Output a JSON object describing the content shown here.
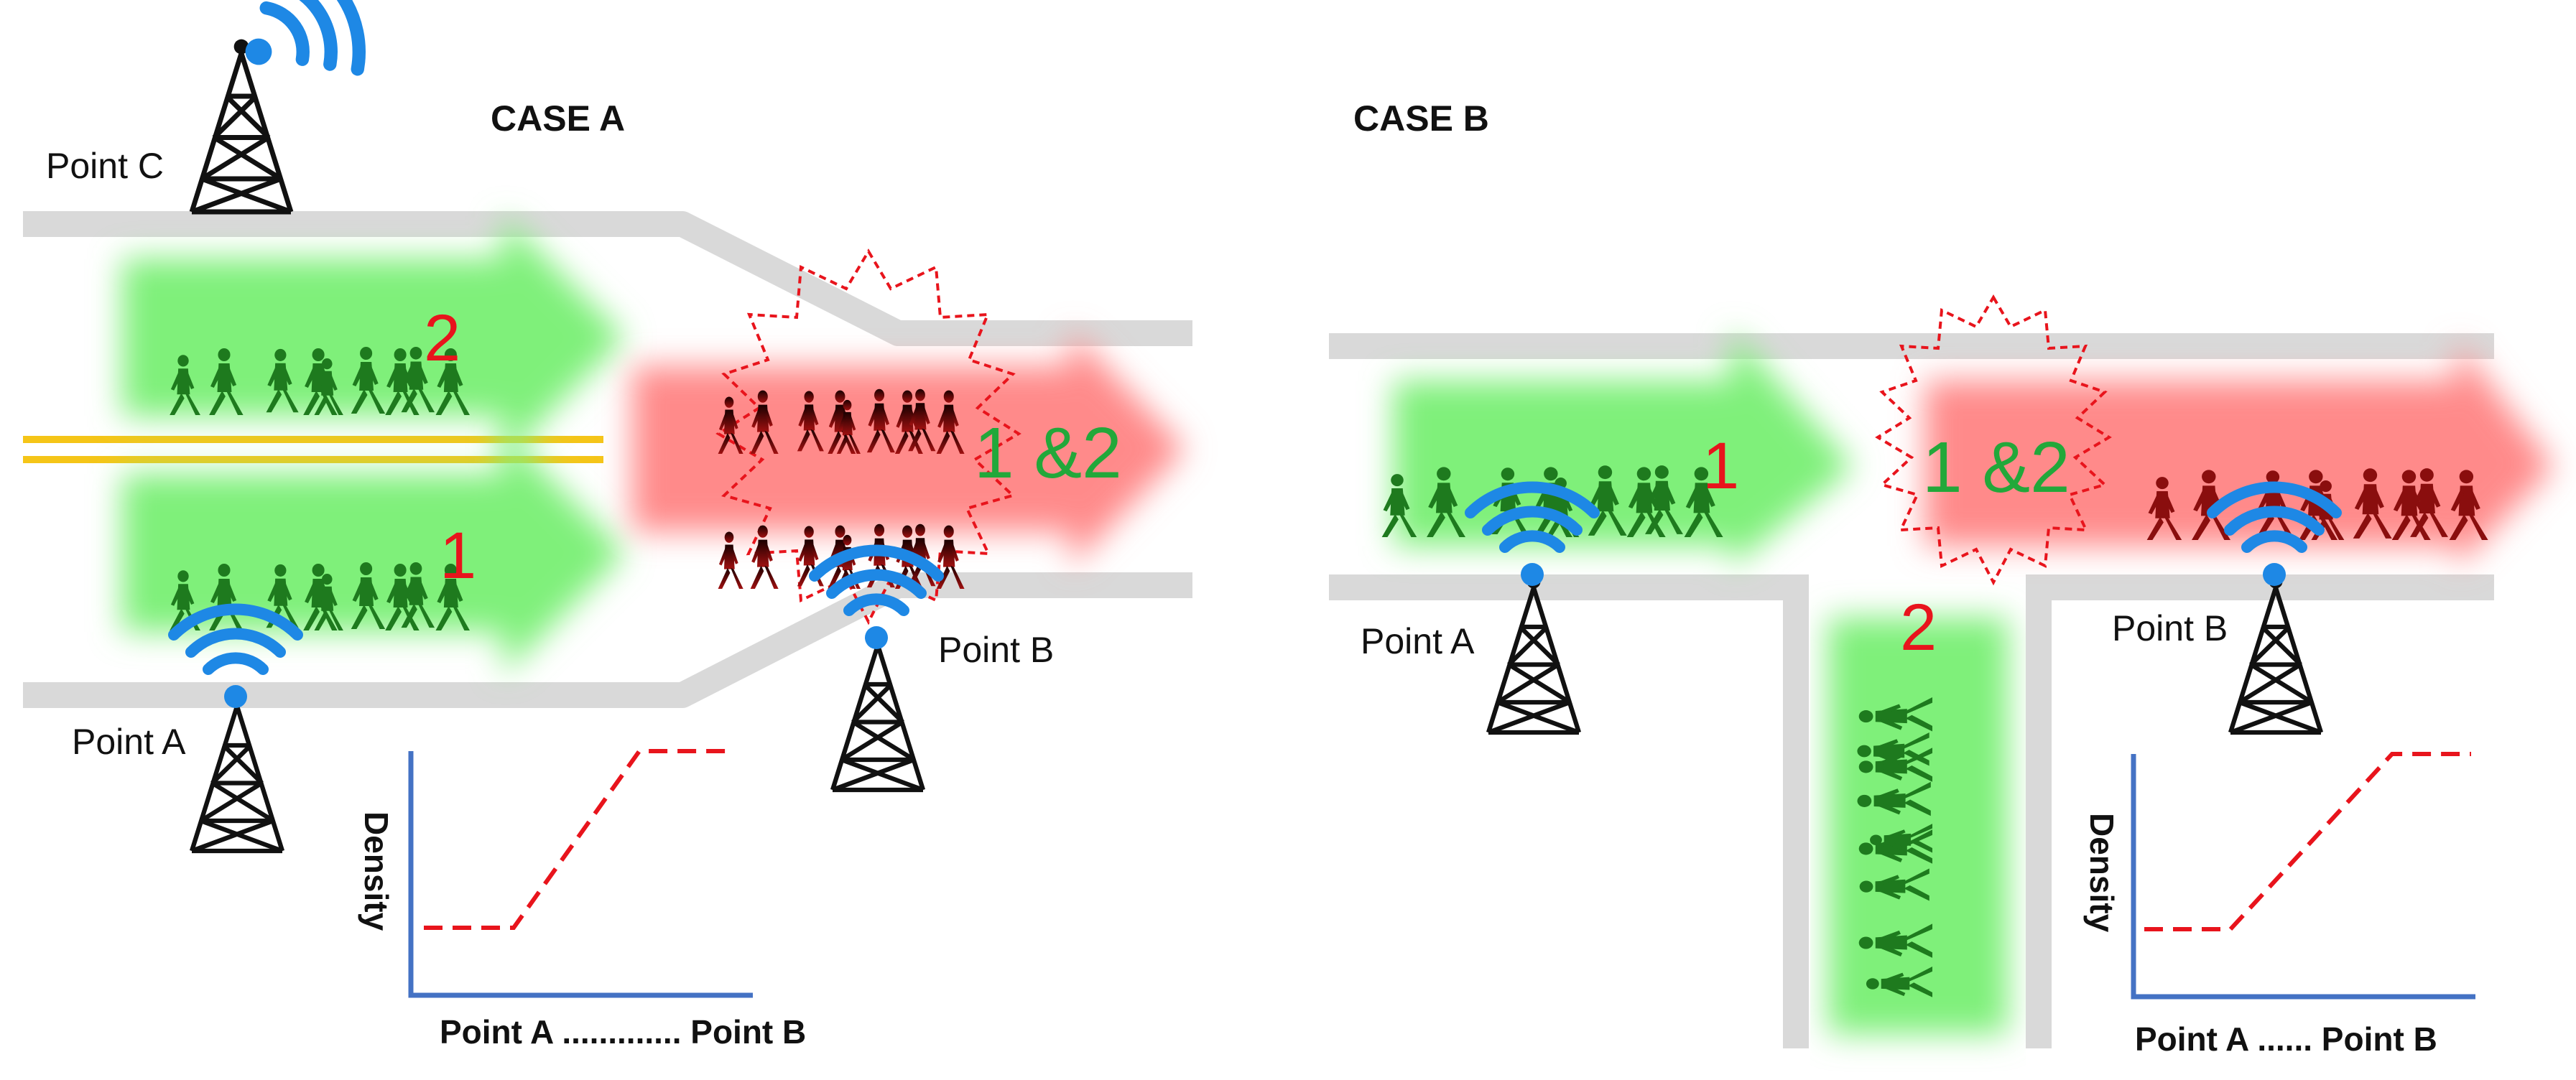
{
  "case_a": {
    "title": "CASE A",
    "point_a": "Point A",
    "point_b": "Point B",
    "point_c": "Point C",
    "stream_top": "2",
    "stream_bottom": "1",
    "merged": "1 &2",
    "chart": {
      "ylabel": "Density",
      "xlabel": "Point A ............. Point B"
    }
  },
  "case_b": {
    "title": "CASE B",
    "point_a": "Point A",
    "point_b": "Point B",
    "stream_main": "1",
    "stream_side": "2",
    "merged": "1 &2",
    "chart": {
      "ylabel": "Density",
      "xlabel": "Point A  ...... Point B"
    }
  },
  "colors": {
    "flow_green": "#7ff07a",
    "flow_red": "#ff8a8a",
    "road": "#d9d9d9",
    "center_line": "#f5c518",
    "wifi": "#1e88e5",
    "label_red": "#e8141c",
    "label_green": "#22a83a",
    "density_line": "#e8141c",
    "axis": "#4472c4",
    "walker_green": "#1e7a1e",
    "walker_dark": "#3a0606"
  },
  "icons": [
    "cell-tower-icon",
    "wifi-icon",
    "walking-people-icon",
    "crowd-burst-icon"
  ]
}
